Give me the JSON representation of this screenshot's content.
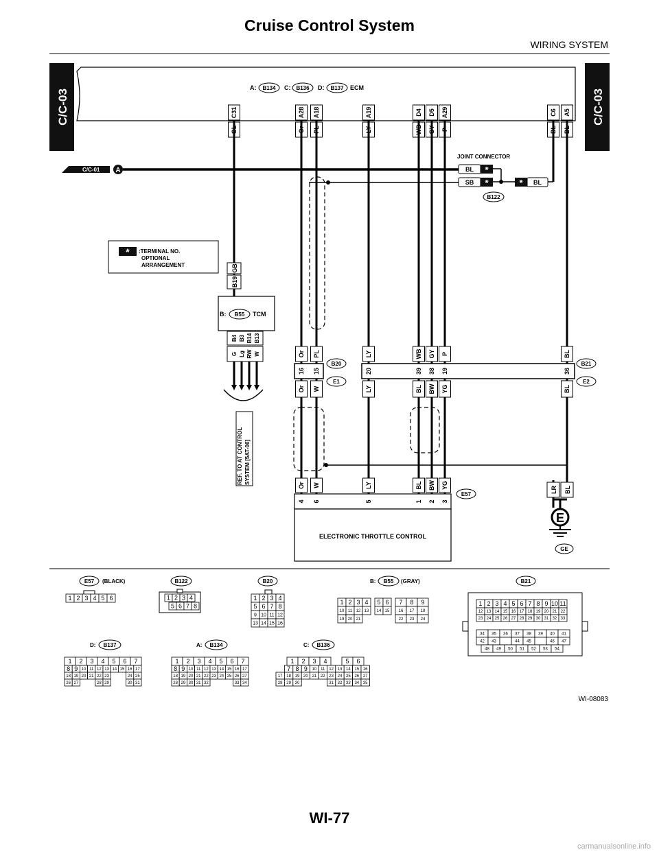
{
  "header": {
    "title": "Cruise Control System",
    "section": "WIRING SYSTEM"
  },
  "footer": {
    "page": "WI-77",
    "watermark": "carmanualsonline.info"
  },
  "tabs": {
    "left": "C/C-03",
    "right": "C/C-03"
  },
  "ecm": {
    "pre_a": "A:",
    "a": "B134",
    "pre_c": "C:",
    "c": "B136",
    "pre_d": "D:",
    "d": "B137",
    "name": "ECM"
  },
  "ecm_pins": [
    {
      "pin": "C31",
      "color": "GL"
    },
    {
      "pin": "A28",
      "color": "Or"
    },
    {
      "pin": "A18",
      "color": "PL"
    },
    {
      "pin": "A19",
      "color": "LY"
    },
    {
      "pin": "D4",
      "color": "WB"
    },
    {
      "pin": "D5",
      "color": "GY"
    },
    {
      "pin": "A29",
      "color": "P"
    },
    {
      "pin": "C6",
      "color": "BL"
    },
    {
      "pin": "A5",
      "color": "BL"
    }
  ],
  "ref_cc01": {
    "label": "C/C-01",
    "marker": "A"
  },
  "joint": {
    "title": "JOINT CONNECTOR",
    "wire1": "BL",
    "wire2": "SB",
    "wire3": "BL",
    "star": "*",
    "connector": "B122"
  },
  "legend": {
    "star": "*",
    "line1": ":TERMINAL NO.",
    "line2": "OPTIONAL",
    "line3": "ARRANGEMENT"
  },
  "tcm": {
    "pre": "B:",
    "connector": "B55",
    "name": "TCM",
    "top_pin": "B19",
    "top_color": "GB",
    "bottom_pins": [
      "B4",
      "B3",
      "B14",
      "B13"
    ],
    "bottom_colors": [
      "G",
      "Lg",
      "RW",
      "W"
    ]
  },
  "ref_at": {
    "line1": "REF. TO AT CONTROL",
    "line2": "SYSTEM [5AT-06]"
  },
  "b20": {
    "connector": "B20",
    "mate": "E1",
    "top_colors": [
      "Or",
      "PL"
    ],
    "pins": [
      "16",
      "15"
    ],
    "bottom_colors": [
      "Or",
      "W"
    ]
  },
  "b21": {
    "connector": "B21",
    "mate": "E2",
    "top_colors": [
      "LY",
      "WB",
      "GY",
      "P",
      "BL"
    ],
    "pins": [
      "20",
      "39",
      "38",
      "19",
      "36"
    ],
    "bottom_colors": [
      "LY",
      "BL",
      "BW",
      "YG",
      "BL"
    ]
  },
  "e57": {
    "connector": "E57",
    "name": "ELECTRONIC THROTTLE CONTROL",
    "colors": [
      "Or",
      "W",
      "LY",
      "BL",
      "BW",
      "YG"
    ],
    "pins": [
      "4",
      "6",
      "5",
      "1",
      "2",
      "3"
    ]
  },
  "ground": {
    "top_color": "LR",
    "bottom_color": "BL",
    "symbol": "E",
    "name": "GE"
  },
  "views": {
    "e57": {
      "connector": "E57",
      "label": "(BLACK)",
      "pins": [
        "1",
        "2",
        "3",
        "4",
        "5",
        "6"
      ]
    },
    "b122": {
      "connector": "B122",
      "row1": [
        "1",
        "2",
        "3",
        "4"
      ],
      "row2": [
        "5",
        "6",
        "7",
        "8"
      ]
    },
    "b20": {
      "connector": "B20",
      "row1": [
        "1",
        "2",
        "3",
        "4"
      ],
      "row2": [
        "5",
        "6",
        "7",
        "8"
      ],
      "row3": [
        "9",
        "10",
        "11",
        "12"
      ],
      "row4": [
        "13",
        "14",
        "15",
        "16"
      ]
    },
    "b55": {
      "pre": "B:",
      "connector": "B55",
      "label": "(GRAY)"
    },
    "b21": {
      "connector": "B21"
    },
    "b137": {
      "pre": "D:",
      "connector": "B137"
    },
    "b134": {
      "pre": "A:",
      "connector": "B134"
    },
    "b136": {
      "pre": "C:",
      "connector": "B136"
    }
  },
  "figure_code": "WI-08083"
}
